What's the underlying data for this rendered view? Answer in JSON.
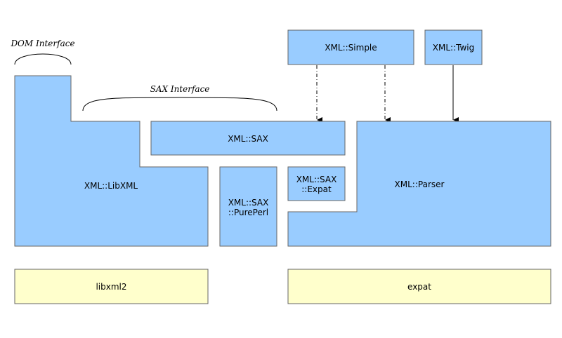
{
  "colors": {
    "module_fill": "#99ccff",
    "library_fill": "#ffffcc",
    "stroke": "#666666",
    "arrow": "#000000"
  },
  "labels": {
    "dom_interface": "DOM Interface",
    "sax_interface": "SAX Interface"
  },
  "modules": {
    "xml_simple": "XML::Simple",
    "xml_twig": "XML::Twig",
    "xml_sax": "XML::SAX",
    "xml_libxml": "XML::LibXML",
    "xml_sax_pureperl_1": "XML::SAX",
    "xml_sax_pureperl_2": "::PurePerl",
    "xml_sax_expat_1": "XML::SAX",
    "xml_sax_expat_2": "::Expat",
    "xml_parser": "XML::Parser"
  },
  "libraries": {
    "libxml2": "libxml2",
    "expat": "expat"
  }
}
